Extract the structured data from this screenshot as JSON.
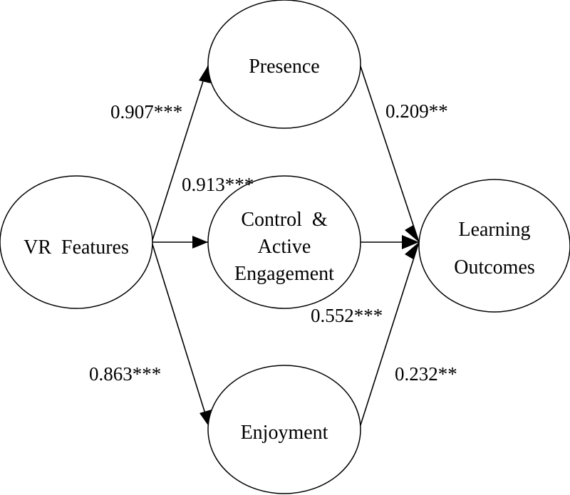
{
  "colors": {
    "background": "#ffffff",
    "stroke": "#000000",
    "text": "#000000"
  },
  "nodes": {
    "vr_features": {
      "lines": [
        "VR  Features"
      ]
    },
    "presence": {
      "lines": [
        "Presence"
      ]
    },
    "control": {
      "lines": [
        "Control  &",
        "Active",
        "Engagement"
      ]
    },
    "enjoyment": {
      "lines": [
        "Enjoyment"
      ]
    },
    "learning": {
      "lines": [
        "Learning",
        "Outcomes"
      ]
    }
  },
  "edges": {
    "vr_presence": {
      "label": "0.907***"
    },
    "vr_control": {
      "label": "0.913***"
    },
    "vr_enjoyment": {
      "label": "0.863***"
    },
    "presence_learning": {
      "label": "0.209**"
    },
    "control_learning": {
      "label": "0.552***"
    },
    "enjoyment_learning": {
      "label": "0.232**"
    }
  }
}
